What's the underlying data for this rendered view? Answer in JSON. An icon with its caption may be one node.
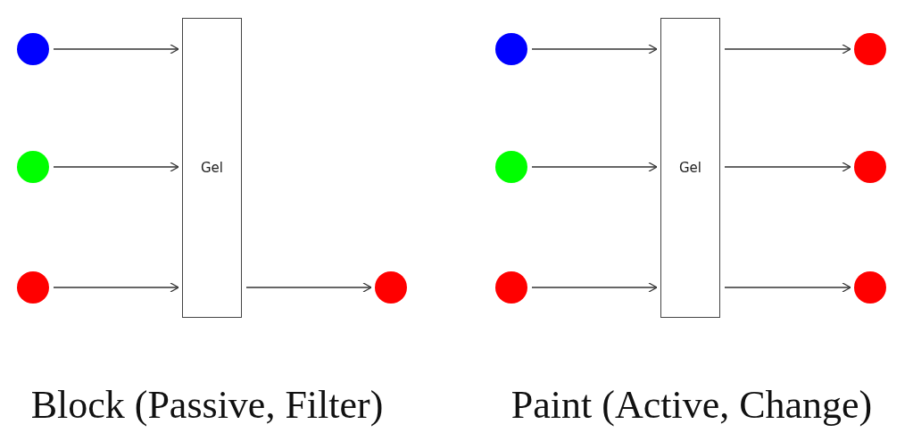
{
  "diagram": {
    "nodes": [
      {
        "text": [],
        "shape": "circle"
      },
      {
        "text": [],
        "shape": "circle"
      },
      {
        "text": [],
        "shape": "circle"
      },
      {
        "text": [
          "Gel"
        ]
      },
      {
        "text": [],
        "shape": "circle"
      },
      {
        "text": [],
        "shape": "circle"
      },
      {
        "text": [],
        "shape": "circle"
      },
      {
        "text": [],
        "shape": "circle"
      },
      {
        "text": [
          "Gel"
        ]
      },
      {
        "text": [],
        "shape": "circle"
      },
      {
        "text": [],
        "shape": "circle"
      },
      {
        "text": [],
        "shape": "circle"
      }
    ],
    "edges": [
      {
        "from": 0,
        "to": 3,
        "arrow": "to"
      },
      {
        "from": 1,
        "to": 3,
        "arrow": "to"
      },
      {
        "from": 2,
        "to": 3,
        "arrow": "to"
      },
      {
        "from": 3,
        "to": 4,
        "arrow": "to"
      },
      {
        "from": 5,
        "to": 8,
        "arrow": "to"
      },
      {
        "from": 6,
        "to": 8,
        "arrow": "to"
      },
      {
        "from": 7,
        "to": 8,
        "arrow": "to"
      },
      {
        "from": 8,
        "to": 9,
        "arrow": "to"
      },
      {
        "from": 8,
        "to": 10,
        "arrow": "to"
      },
      {
        "from": 8,
        "to": 11,
        "arrow": "to"
      }
    ],
    "labels": [
      "Block (Passive, Filter)",
      "Paint (Active, Change)"
    ]
  }
}
